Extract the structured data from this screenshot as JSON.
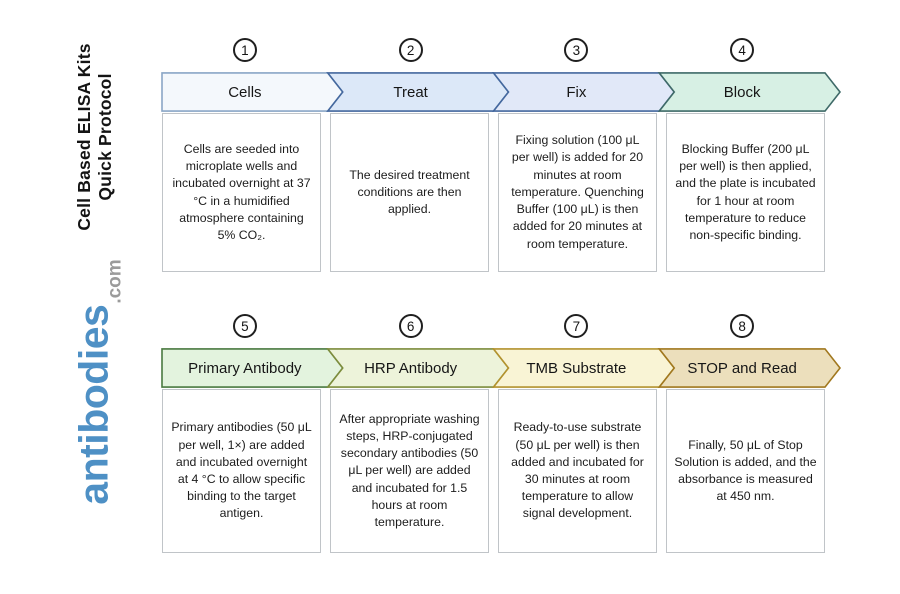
{
  "page": {
    "background": "#ffffff"
  },
  "sidebar": {
    "title_line1": "Cell Based ELISA Kits",
    "title_line2": "Quick Protocol",
    "logo_main": "antibodies",
    "logo_suffix": ".com",
    "logo_main_color": "#4e90c5",
    "logo_suffix_color": "#9b9b9b"
  },
  "diagram": {
    "rows": [
      {
        "steps": [
          {
            "number": "1",
            "label": "Cells",
            "fill": "#f4f8fc",
            "border": "#8aa6c6",
            "description": "Cells are seeded into microplate wells and incubated overnight at 37 °C in a humidified atmosphere containing 5% CO₂."
          },
          {
            "number": "2",
            "label": "Treat",
            "fill": "#dce8f8",
            "border": "#44689e",
            "description": "The desired treatment conditions are then applied."
          },
          {
            "number": "3",
            "label": "Fix",
            "fill": "#e1e8f8",
            "border": "#44689e",
            "description": "Fixing solution (100 μL per well) is added for 20 minutes at room temperature. Quenching Buffer (100 μL) is then added for 20 minutes at room temperature."
          },
          {
            "number": "4",
            "label": "Block",
            "fill": "#d7f0e4",
            "border": "#3f6a68",
            "description": "Blocking Buffer (200 μL per well) is then applied, and the plate is incubated for 1 hour at room temperature to reduce non-specific binding."
          }
        ]
      },
      {
        "steps": [
          {
            "number": "5",
            "label": "Primary Antibody",
            "fill": "#e3f3de",
            "border": "#4a7a40",
            "description": "Primary antibodies (50 μL per well, 1×) are added and incubated overnight at 4 °C to allow specific binding to the target antigen."
          },
          {
            "number": "6",
            "label": "HRP Antibody",
            "fill": "#edf3da",
            "border": "#7d8c3c",
            "description": "After appropriate washing steps, HRP-conjugated secondary antibodies (50 μL per well) are added and incubated for 1.5 hours at room temperature."
          },
          {
            "number": "7",
            "label": "TMB Substrate",
            "fill": "#f9f4d5",
            "border": "#b3922e",
            "description": "Ready-to-use substrate (50 μL per well) is then added and incubated for 30 minutes at room temperature to allow signal development."
          },
          {
            "number": "8",
            "label": "STOP and Read",
            "fill": "#ecdfbc",
            "border": "#a1781f",
            "description": "Finally, 50 μL of Stop Solution is added, and the absorbance is measured at 450 nm."
          }
        ]
      }
    ]
  }
}
